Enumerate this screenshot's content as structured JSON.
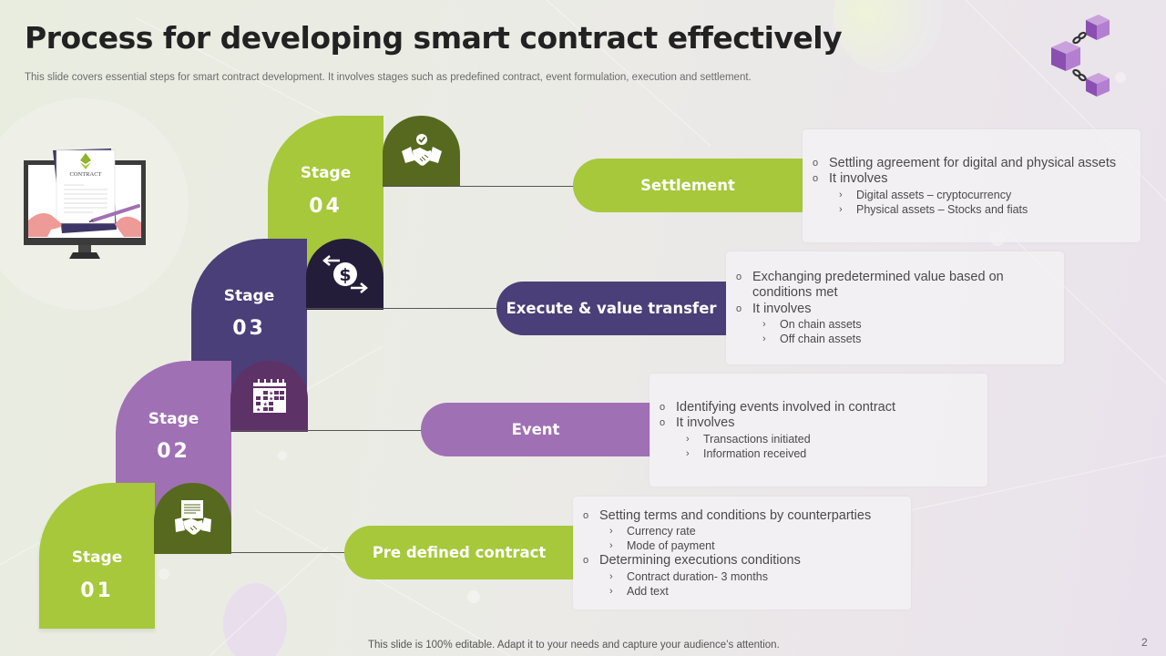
{
  "header": {
    "title": "Process for developing smart contract effectively",
    "subtitle": "This slide covers essential steps for smart contract development. It involves stages such as predefined contract, event formulation, execution and settlement."
  },
  "illustration": {
    "contract_label": "CONTRACT",
    "icon": "contract-signing-monitor-icon"
  },
  "logo_icon": "blockchain-cubes-icon",
  "colors": {
    "green": "#a6c83a",
    "dark_green": "#56691f",
    "indigo": "#4a3f78",
    "dark_indigo": "#241d3a",
    "violet": "#a070b4",
    "dark_violet": "#5d3266",
    "title": "#222222",
    "body_text": "#4a4a4a"
  },
  "stages": [
    {
      "label": "Stage",
      "number": "01",
      "icon": "contract-handshake-icon",
      "pill": "Pre defined contract",
      "items": [
        {
          "text": "Setting terms and conditions by counterparties",
          "sub": [
            "Currency rate",
            "Mode of payment"
          ]
        },
        {
          "text": "Determining executions conditions",
          "sub": [
            "Contract duration- 3 months",
            "Add text"
          ]
        }
      ]
    },
    {
      "label": "Stage",
      "number": "02",
      "icon": "calendar-icon",
      "pill": "Event",
      "items": [
        {
          "text": "Identifying events involved in contract",
          "sub": []
        },
        {
          "text": "It involves",
          "sub": [
            "Transactions initiated",
            "Information received"
          ]
        }
      ]
    },
    {
      "label": "Stage",
      "number": "03",
      "icon": "dollar-exchange-icon",
      "pill": "Execute & value transfer",
      "items": [
        {
          "text": "Exchanging predetermined value based on conditions met",
          "sub": []
        },
        {
          "text": "It involves",
          "sub": [
            "On chain assets",
            "Off chain assets"
          ]
        }
      ]
    },
    {
      "label": "Stage",
      "number": "04",
      "icon": "handshake-check-icon",
      "pill": "Settlement",
      "items": [
        {
          "text": "Settling agreement for digital and physical assets",
          "sub": []
        },
        {
          "text": "It involves",
          "sub": [
            "Digital assets – cryptocurrency",
            "Physical assets – Stocks and fiats"
          ]
        }
      ]
    }
  ],
  "bullet_marker": "o",
  "sub_marker": "›",
  "footer": {
    "note": "This slide is 100% editable. Adapt it to your needs and capture your audience’s attention.",
    "page": "2"
  }
}
